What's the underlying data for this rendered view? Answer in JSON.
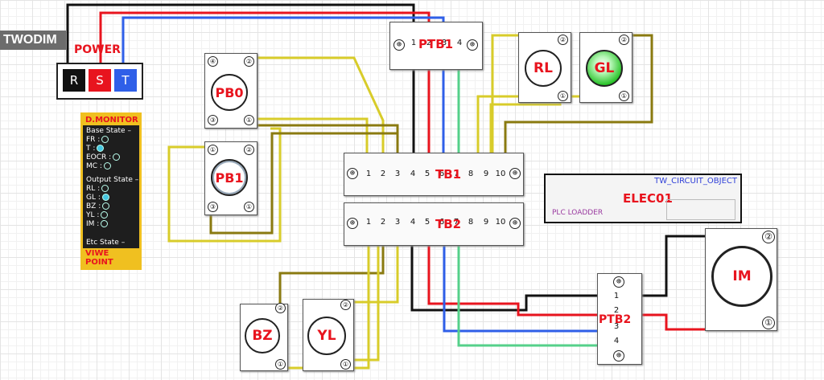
{
  "logo": {
    "text": "TWODIM"
  },
  "power": {
    "label": "POWER",
    "r": "R",
    "s": "S",
    "t": "T"
  },
  "ptb1": {
    "label": "PTB1",
    "terminals": [
      "1",
      "2",
      "3",
      "4"
    ]
  },
  "ptb2": {
    "label": "PTB2",
    "terminals": [
      "1",
      "2",
      "3",
      "4"
    ]
  },
  "tb1": {
    "label": "TB1",
    "terminals": [
      "1",
      "2",
      "3",
      "4",
      "5",
      "6",
      "7",
      "8",
      "9",
      "10"
    ]
  },
  "tb2": {
    "label": "TB2",
    "terminals": [
      "1",
      "2",
      "3",
      "4",
      "5",
      "6",
      "7",
      "8",
      "9",
      "10"
    ]
  },
  "devices": {
    "pb0": "PB0",
    "pb1": "PB1",
    "rl": "RL",
    "gl": "GL",
    "bz": "BZ",
    "yl": "YL",
    "im": "IM"
  },
  "terminal_marks": {
    "one": "①",
    "two": "②",
    "three": "③",
    "four": "④"
  },
  "monitor": {
    "title": "D.MONITOR",
    "base_header": "Base State –",
    "base_items": [
      {
        "label": "FR :",
        "on": false
      },
      {
        "label": "T :",
        "on": true
      },
      {
        "label": "EOCR :",
        "on": false
      },
      {
        "label": "MC :",
        "on": false
      }
    ],
    "output_header": "Output State –",
    "output_items": [
      {
        "label": "RL :",
        "on": false
      },
      {
        "label": "GL :",
        "on": true
      },
      {
        "label": "BZ :",
        "on": false
      },
      {
        "label": "YL :",
        "on": false
      },
      {
        "label": "IM :",
        "on": false
      }
    ],
    "etc_header": "Etc State –",
    "footer": "VIWE POINT"
  },
  "circuit_object": {
    "title": "TW_CIRCUIT_OBJECT",
    "name": "ELEC01",
    "loader": "PLC LOADDER"
  },
  "colors": {
    "black": "#111111",
    "red": "#e8141e",
    "blue": "#2f5fe8",
    "green": "#55d08a",
    "yellow": "#d8cc2a",
    "olive": "#8a7a10",
    "accent_gold": "#f0c020"
  }
}
